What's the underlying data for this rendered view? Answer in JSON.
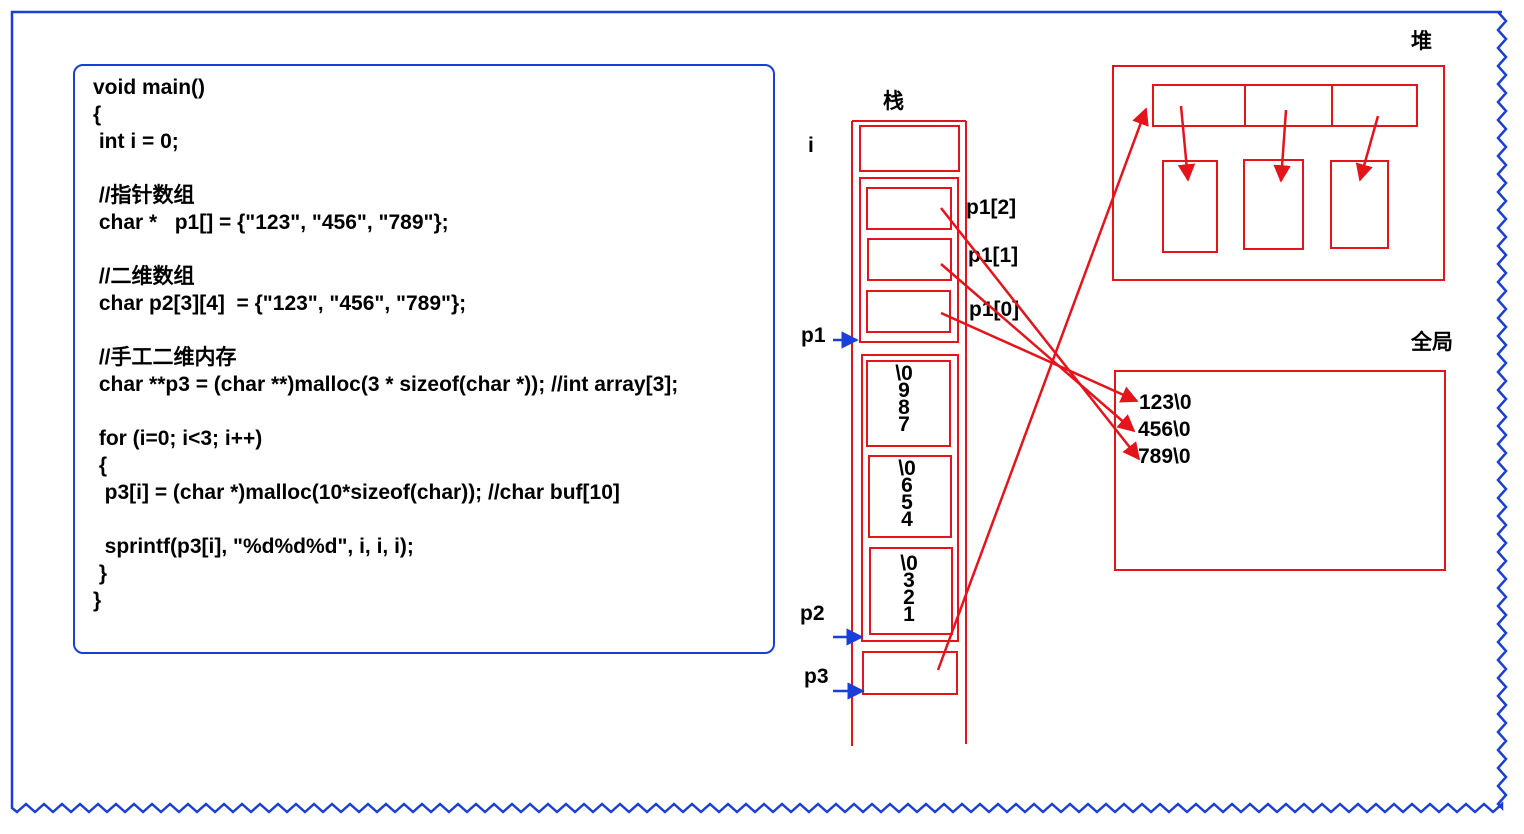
{
  "code_lines": [
    "void main()",
    "{",
    " int i = 0;",
    "",
    " //指针数组",
    " char *   p1[] = {\"123\", \"456\", \"789\"};",
    "",
    " //二维数组",
    " char p2[3][4]  = {\"123\", \"456\", \"789\"};",
    "",
    " //手工二维内存",
    " char **p3 = (char **)malloc(3 * sizeof(char *)); //int array[3];",
    "",
    " for (i=0; i<3; i++)",
    " {",
    "  p3[i] = (char *)malloc(10*sizeof(char)); //char buf[10]",
    "",
    "  sprintf(p3[i], \"%d%d%d\", i, i, i);",
    " }",
    "}"
  ],
  "stack": {
    "title": "栈",
    "var_i": "i",
    "var_p1": "p1",
    "var_p2": "p2",
    "var_p3": "p3",
    "p1_slots": [
      "p1[2]",
      "p1[1]",
      "p1[0]"
    ],
    "p2_rows": [
      [
        "\\0",
        "9",
        "8",
        "7"
      ],
      [
        "\\0",
        "6",
        "5",
        "4"
      ],
      [
        "\\0",
        "3",
        "2",
        "1"
      ]
    ]
  },
  "heap": {
    "title": "堆"
  },
  "global": {
    "title": "全局",
    "strings": [
      "123\\0",
      "456\\0",
      "789\\0"
    ]
  },
  "colors": {
    "memory": "#e5141b",
    "pointer": "#1a3fd8",
    "frame": "#1a3fd8"
  }
}
